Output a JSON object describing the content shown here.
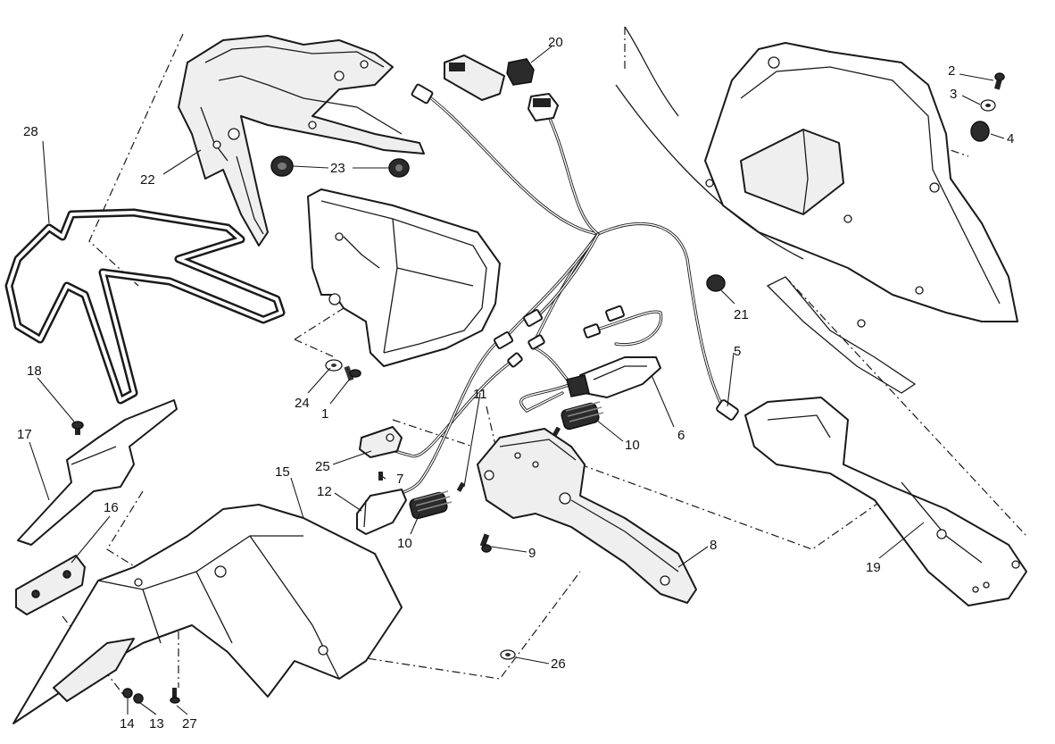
{
  "diagram": {
    "callouts": [
      {
        "id": "c1",
        "label": "1"
      },
      {
        "id": "c2",
        "label": "2"
      },
      {
        "id": "c3",
        "label": "3"
      },
      {
        "id": "c4",
        "label": "4"
      },
      {
        "id": "c5",
        "label": "5"
      },
      {
        "id": "c6",
        "label": "6"
      },
      {
        "id": "c7",
        "label": "7"
      },
      {
        "id": "c8",
        "label": "8"
      },
      {
        "id": "c9",
        "label": "9"
      },
      {
        "id": "c10a",
        "label": "10"
      },
      {
        "id": "c10b",
        "label": "10"
      },
      {
        "id": "c11",
        "label": "11"
      },
      {
        "id": "c12",
        "label": "12"
      },
      {
        "id": "c13",
        "label": "13"
      },
      {
        "id": "c14",
        "label": "14"
      },
      {
        "id": "c15",
        "label": "15"
      },
      {
        "id": "c16",
        "label": "16"
      },
      {
        "id": "c17",
        "label": "17"
      },
      {
        "id": "c18",
        "label": "18"
      },
      {
        "id": "c19",
        "label": "19"
      },
      {
        "id": "c20",
        "label": "20"
      },
      {
        "id": "c21",
        "label": "21"
      },
      {
        "id": "c22",
        "label": "22"
      },
      {
        "id": "c23",
        "label": "23"
      },
      {
        "id": "c24",
        "label": "24"
      },
      {
        "id": "c25",
        "label": "25"
      },
      {
        "id": "c26",
        "label": "26"
      },
      {
        "id": "c27",
        "label": "27"
      },
      {
        "id": "c28",
        "label": "28"
      }
    ]
  }
}
